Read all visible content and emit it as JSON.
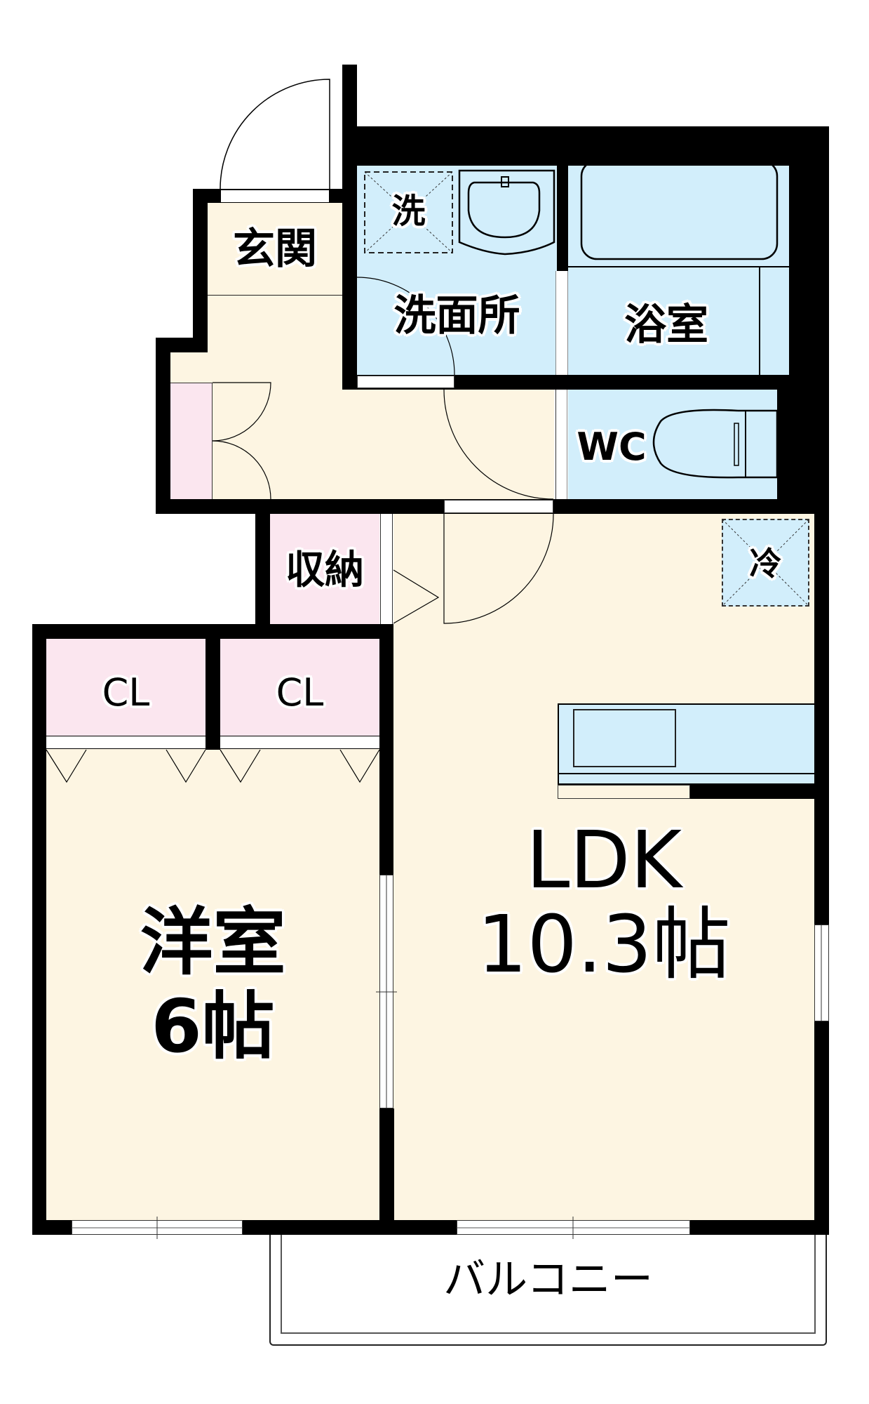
{
  "floorplan": {
    "rooms": {
      "genkan": {
        "label": "玄関"
      },
      "washroom": {
        "label": "洗面所"
      },
      "washer": {
        "label": "洗"
      },
      "bathroom": {
        "label": "浴室"
      },
      "wc": {
        "label": "WC"
      },
      "storage": {
        "label": "収納"
      },
      "fridge": {
        "label": "冷"
      },
      "closet_1": {
        "label": "CL"
      },
      "closet_2": {
        "label": "CL"
      },
      "western_room": {
        "label": "洋室",
        "size": "6帖"
      },
      "ldk": {
        "label": "LDK",
        "size": "10.3帖"
      },
      "balcony": {
        "label": "バルコニー"
      }
    },
    "colors": {
      "wall": "#000000",
      "floor_living": "#FDF5E2",
      "floor_wet": "#D2EEFB",
      "floor_storage": "#FBE6EF",
      "background": "#FFFFFF"
    }
  }
}
